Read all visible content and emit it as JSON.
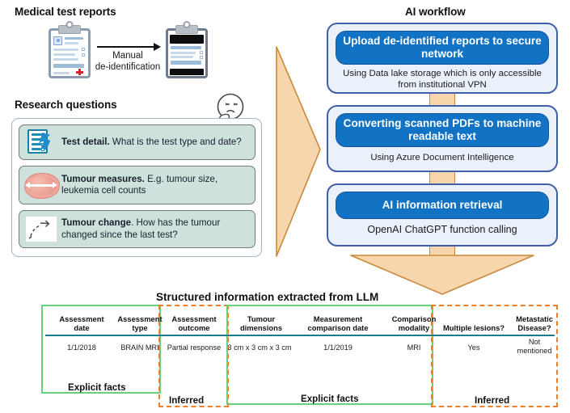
{
  "sections": {
    "medical_reports_title": "Medical test reports",
    "research_questions_title": "Research questions",
    "ai_workflow_title": "AI workflow",
    "table_title": "Structured information extracted from LLM"
  },
  "deidentification": {
    "arrow_label_line1": "Manual",
    "arrow_label_line2": "de-identification",
    "source_icon": "clipboard-report-icon",
    "target_icon": "clipboard-redacted-icon"
  },
  "research_questions": [
    {
      "icon": "document-cursor-icon",
      "bold": "Test detail.",
      "rest": " What is the test type and date?"
    },
    {
      "icon": "tumour-blob-icon",
      "bold": "Tumour measures.",
      "rest": " E.g. tumour size, leukemia cell counts"
    },
    {
      "icon": "tumour-change-icon",
      "bold": "Tumour change",
      "rest": ". How has the tumour changed since the last test?"
    }
  ],
  "thinking_icon": "thinking-face-icon",
  "workflow_steps": [
    {
      "title": "Upload de-identified reports to secure network",
      "subtitle": "Using Data lake storage which is only accessible from institutional VPN"
    },
    {
      "title": "Converting scanned PDFs to machine readable text",
      "subtitle": "Using Azure Document Intelligence"
    },
    {
      "title": "AI information retrieval",
      "subtitle": "OpenAI ChatGPT function calling"
    }
  ],
  "flow_arrows": {
    "left_to_workflow": "right-arrow-icon",
    "workflow_to_table": "down-arrow-icon"
  },
  "table": {
    "columns": [
      {
        "header_line1": "Assessment",
        "header_line2": "date",
        "value": "1/1/2018",
        "zone": "explicit"
      },
      {
        "header_line1": "Assessment",
        "header_line2": "type",
        "value": "BRAIN MRI",
        "zone": "explicit"
      },
      {
        "header_line1": "Assessment",
        "header_line2": "outcome",
        "value": "Partial response",
        "zone": "inferred"
      },
      {
        "header_line1": "Tumour",
        "header_line2": "dimensions",
        "value": "3 cm x 3 cm x 3 cm",
        "zone": "explicit"
      },
      {
        "header_line1": "Measurement",
        "header_line2": "comparison date",
        "value": "1/1/2019",
        "zone": "explicit"
      },
      {
        "header_line1": "Comparison",
        "header_line2": "modality",
        "value": "MRI",
        "zone": "explicit"
      },
      {
        "header_line1": "Multiple lesions?",
        "header_line2": "",
        "value": "Yes",
        "zone": "inferred"
      },
      {
        "header_line1": "Metastatic",
        "header_line2": "Disease?",
        "value": "Not mentioned",
        "zone": "inferred"
      }
    ],
    "zone_labels": {
      "explicit_left": "Explicit facts",
      "inferred_left": "Inferred",
      "explicit_right": "Explicit facts",
      "inferred_right": "Inferred"
    }
  },
  "colors": {
    "workflow_border": "#3f5fa8",
    "workflow_fill": "#eaf1fb",
    "workflow_head": "#1272c4",
    "card_fill": "#cfe1dd",
    "peach": "#f7d6ae",
    "peach_border": "#c98a3c",
    "explicit_green": "#6bd07d",
    "inferred_orange": "#f07e26",
    "header_rule": "#1b7a8c"
  }
}
